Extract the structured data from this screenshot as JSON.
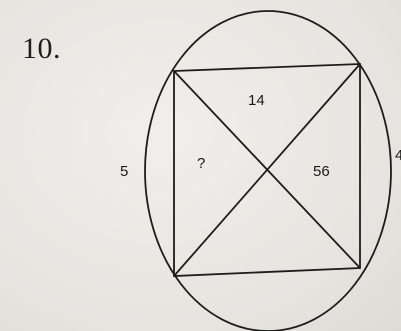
{
  "question": {
    "number": "10."
  },
  "figure": {
    "labels": {
      "top": "14",
      "left_outside": "5",
      "left_triangle": "?",
      "right_triangle": "56",
      "right_outside": "4"
    },
    "colors": {
      "stroke": "#1c1c1c",
      "text": "#1a1a1a"
    }
  }
}
